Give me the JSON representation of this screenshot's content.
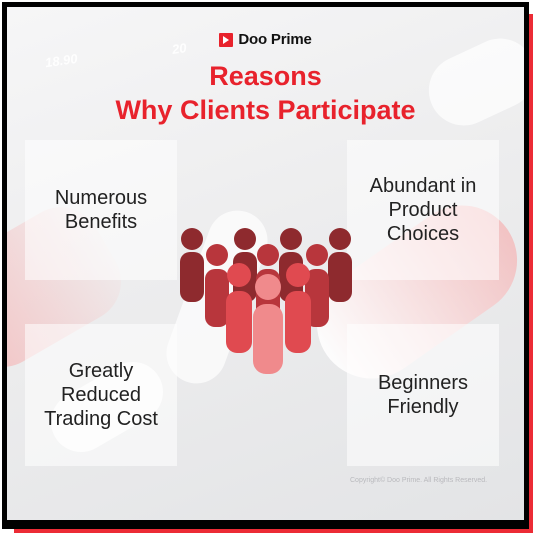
{
  "brand": {
    "name": "Doo Prime",
    "color": "#e8222c"
  },
  "title": {
    "line1": "Reasons",
    "line2": "Why Clients Participate"
  },
  "background_numbers": [
    "18.90",
    "20"
  ],
  "reasons": {
    "top_left": [
      "Numerous",
      "Benefits"
    ],
    "top_right": [
      "Abundant in",
      "Product",
      "Choices"
    ],
    "bottom_left": [
      "Greatly",
      "Reduced",
      "Trading Cost"
    ],
    "bottom_right": [
      "Beginners",
      "Friendly"
    ]
  },
  "illustration": "people-crowd-icon",
  "colors": {
    "dark_red": "#8e2a2e",
    "mid_red": "#b8363c",
    "red": "#e04a50",
    "light_red": "#f08a8c",
    "accent_red": "#ec2b35"
  },
  "copyright": "Copyright© Doo Prime. All Rights Reserved."
}
